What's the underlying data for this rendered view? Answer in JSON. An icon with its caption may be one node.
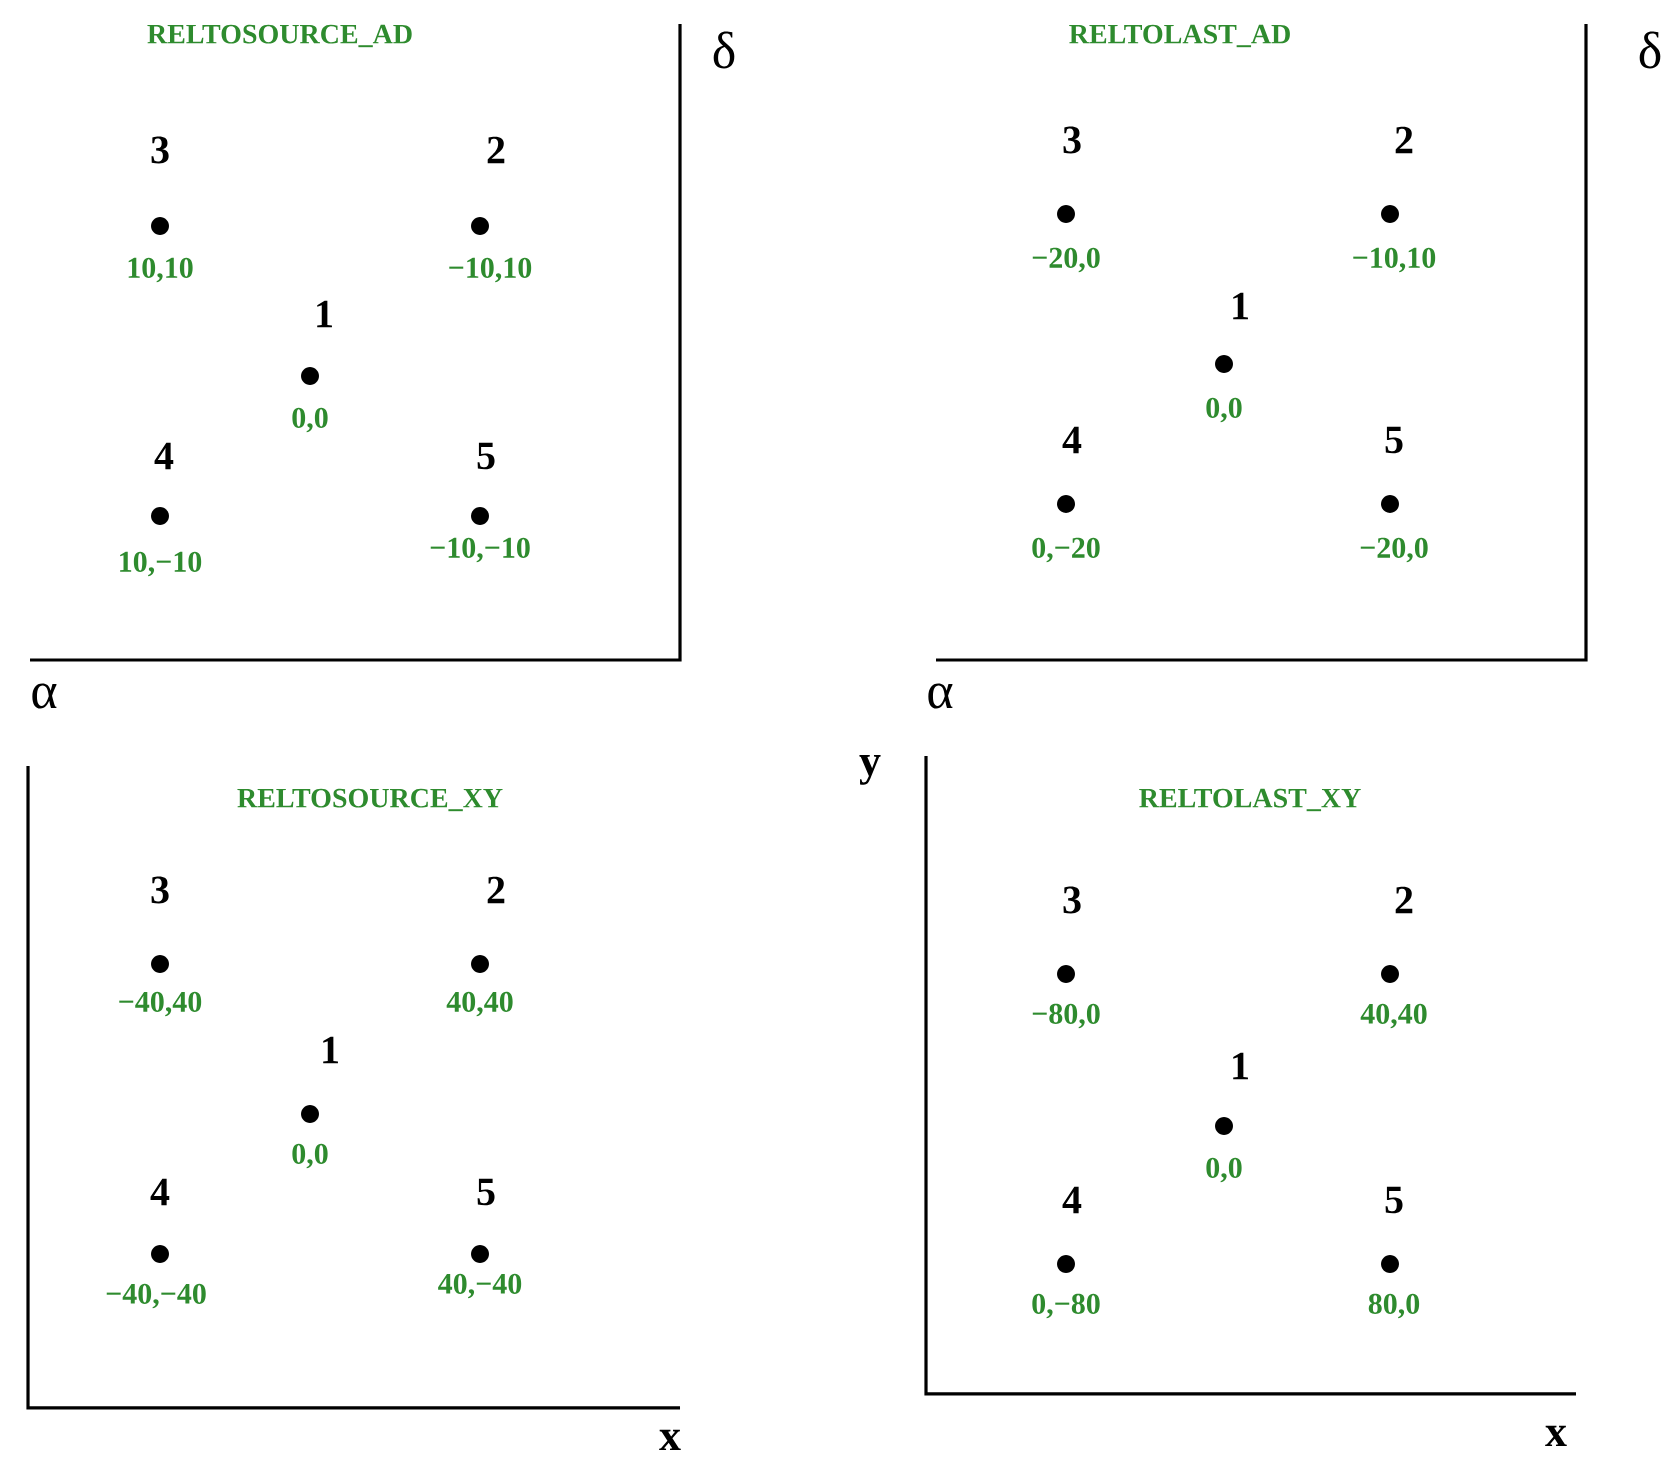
{
  "diagram": {
    "labels": [
      "RELTOSOURCE_AD",
      "δ",
      "3",
      "2",
      "10,10",
      "−10,10",
      "1",
      "0,0",
      "4",
      "5",
      "10,−10",
      "−10,−10",
      "α",
      "RELTOLAST_AD",
      "δ",
      "3",
      "2",
      "−20,0",
      "−10,10",
      "1",
      "0,0",
      "4",
      "5",
      "0,−20",
      "−20,0",
      "α",
      "RELTOSOURCE_XY",
      "3",
      "2",
      "−40,40",
      "40,40",
      "1",
      "0,0",
      "4",
      "5",
      "−40,−40",
      "40,−40",
      "x",
      "y",
      "RELTOLAST_XY",
      "3",
      "2",
      "−80,0",
      "40,40",
      "1",
      "0,0",
      "4",
      "5",
      "0,−80",
      "80,0",
      "x"
    ]
  }
}
